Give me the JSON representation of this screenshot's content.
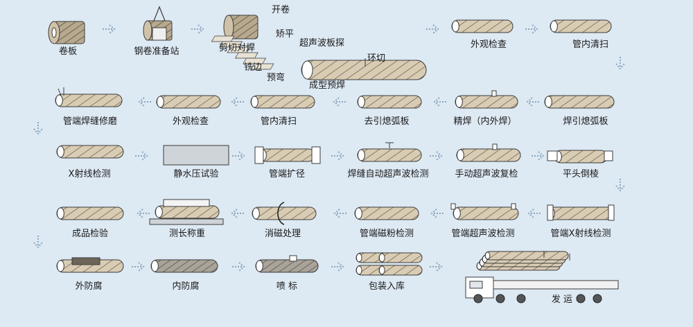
{
  "diagram": {
    "steps": [
      {
        "id": "coil",
        "label": "卷板"
      },
      {
        "id": "coil-prep",
        "label": "钢卷准备站"
      },
      {
        "id": "uncoil",
        "label": "开卷"
      },
      {
        "id": "level",
        "label": "矫平"
      },
      {
        "id": "shear-weld",
        "label": "剪切对焊"
      },
      {
        "id": "ut-plate",
        "label": "超声波板探"
      },
      {
        "id": "mill-edge",
        "label": "铣边"
      },
      {
        "id": "ring-cut",
        "label": "环切"
      },
      {
        "id": "pre-bend",
        "label": "预弯"
      },
      {
        "id": "form-tack",
        "label": "成型预焊"
      },
      {
        "id": "visual-1",
        "label": "外观检查"
      },
      {
        "id": "id-clean-1",
        "label": "管内清扫"
      },
      {
        "id": "weld-arc-plate",
        "label": "焊引熄弧板"
      },
      {
        "id": "fine-weld",
        "label": "精焊（内外焊）"
      },
      {
        "id": "remove-arc-plate",
        "label": "去引熄弧板"
      },
      {
        "id": "id-clean-2",
        "label": "管内清扫"
      },
      {
        "id": "visual-2",
        "label": "外观检查"
      },
      {
        "id": "end-grind",
        "label": "管端焊缝修磨"
      },
      {
        "id": "xray",
        "label": "X射线检测"
      },
      {
        "id": "hydro",
        "label": "静水压试验"
      },
      {
        "id": "expand",
        "label": "管端扩径"
      },
      {
        "id": "auto-ut",
        "label": "焊缝自动超声波检测"
      },
      {
        "id": "manual-ut",
        "label": "手动超声波复检"
      },
      {
        "id": "bevel",
        "label": "平头倒棱"
      },
      {
        "id": "end-xray",
        "label": "管端X射线检测"
      },
      {
        "id": "end-ut",
        "label": "管端超声波检测"
      },
      {
        "id": "end-mt",
        "label": "管端磁粉检测"
      },
      {
        "id": "demag",
        "label": "消磁处理"
      },
      {
        "id": "length-weigh",
        "label": "测长称重"
      },
      {
        "id": "final-inspect",
        "label": "成品检验"
      },
      {
        "id": "od-coat",
        "label": "外防腐"
      },
      {
        "id": "id-coat",
        "label": "内防腐"
      },
      {
        "id": "mark",
        "label": "喷  标"
      },
      {
        "id": "pack",
        "label": "包装入库"
      },
      {
        "id": "ship",
        "label": "发  运"
      }
    ]
  },
  "colors": {
    "background": "#dde9f3",
    "pipe_fill": "#d8ccb5",
    "pipe_stripe": "#8c7a5e",
    "pipe_outline": "#3a3a3a",
    "arrow": "#8aa6c0",
    "text": "#1a1a1a"
  }
}
